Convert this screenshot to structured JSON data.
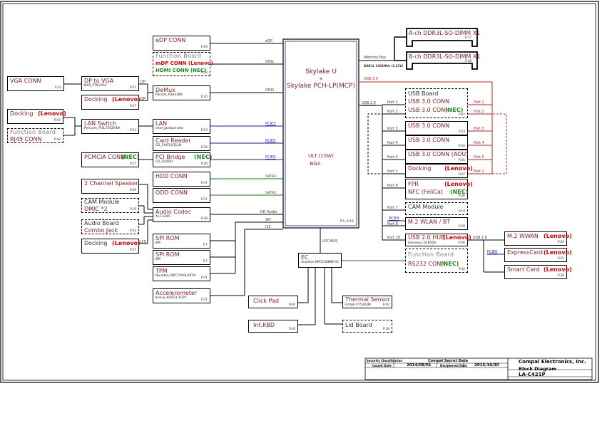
{
  "cpu": {
    "line1": "Skylake U",
    "line2": "+",
    "line3": "Skylake  PCH-LP(MCP)",
    "line4": "ULT (15W)",
    "line5": "BGA",
    "page": "P.5~P.16"
  },
  "memory": {
    "bus_label": "Memory Bus",
    "bus_sub": "DDR3L 1600MHz (1.35V)",
    "dimm_a": {
      "title": "A-ch DDR3L-SO-DIMM X1",
      "page": "P.17"
    },
    "dimm_b": {
      "title": "B-ch DDR3L-SO-DIMM X1",
      "page": "P.18"
    }
  },
  "signals": {
    "edp": "eDP",
    "ddi1": "DDI1",
    "ddi2": "DDI2",
    "pcie3": "PCIE3",
    "pcie5": "PCIE5",
    "pcie9": "PCIE9",
    "sata0": "SATA0",
    "sata1": "SATA1",
    "hd_audio": "HD Audio",
    "spi": "SPI",
    "i2c": "I2C",
    "lpc_bus": "LPC BUS",
    "usb30": "USB 3.0",
    "usb20": "USB 2.0",
    "usb20_hub": "USB 2.0",
    "pcie4": "PCIE4",
    "pcie6": "PCIE6",
    "dp1": "DP",
    "dp2": "DP",
    "i2s": "I2S"
  },
  "left_blocks": {
    "vga_conn": {
      "title": "VGA CONN",
      "page": "P.22"
    },
    "docking1": {
      "title": "Docking",
      "tag": "(Lenovo)",
      "page": "P.47"
    },
    "func_rj45": {
      "title": "Function Board",
      "line2": "RJ45 CONN",
      "page": "P.42"
    },
    "dp_to_vga": {
      "title": "DP to VGA",
      "sub": "NXP_PTN3355",
      "page": "P.21"
    },
    "docking2": {
      "title": "Docking",
      "tag": "(Lenovo)",
      "page": "P.47"
    },
    "lan_switch": {
      "title": "LAN Switch",
      "sub": "Pericom_PI3L720ZHEX",
      "page": "P.23"
    },
    "pcmcia": {
      "title": "PCMCIA CONN",
      "tag": "(NEC)",
      "page": "P.27"
    },
    "speaker": {
      "title": "2 Channel Speaker",
      "page": "P.39"
    },
    "cam_dmic": {
      "title": "CAM Module",
      "line2": "DMIC *2",
      "page": "P.19"
    },
    "audio_board": {
      "title": "Audio Board",
      "line2": "Combo Jack",
      "page": "P.43"
    },
    "docking3": {
      "title": "Docking",
      "tag": "(Lenovo)",
      "page": "P.47"
    }
  },
  "mid_blocks": {
    "edp_conn": {
      "title": "eDP  CONN",
      "page": "P.19"
    },
    "func_mdp": {
      "title": "Function Board",
      "line2": "mDP CONN (Lenovo)",
      "line3": "HDMI CONN (NEC)",
      "page": "P.42"
    },
    "demux": {
      "title": "DeMux",
      "sub": "Parade_PS8338B",
      "page": "P.20"
    },
    "lan": {
      "title": "LAN",
      "sub": "Intel_Jacksonville",
      "page": "P.23"
    },
    "card_reader": {
      "title": "Card Reader",
      "sub": "O2_SH611FJ1LN",
      "page": "P.24"
    },
    "pci_bridge": {
      "title": "PCI Bridge",
      "tag": "(NEC)",
      "sub": "O2_OZ600",
      "page": "P.26"
    },
    "hdd_conn": {
      "title": "HDD CONN",
      "page": "P.37"
    },
    "odd_conn": {
      "title": "ODD CONN",
      "page": "P.37"
    },
    "audio_codec": {
      "title": "Audio Codec",
      "sub": "ALC3245",
      "page": "P.38"
    },
    "spi_rom1": {
      "title": "SPI ROM",
      "sub": "8M",
      "page": "P.7"
    },
    "spi_rom2": {
      "title": "SPI ROM",
      "sub": "8M",
      "page": "P.7"
    },
    "tpm": {
      "title": "TPM",
      "sub": "Nuvoton_NPCT650LA0YX",
      "page": "P.41"
    },
    "accel": {
      "title": "Accelerometer",
      "sub": "Kionix_KX023-1025",
      "page": "P.37"
    }
  },
  "ec_blocks": {
    "ec": {
      "title": "EC",
      "sub": "nuvoton NPCE388N",
      "page": "P.45"
    },
    "click_pad": {
      "title": "Click Pad",
      "page": "P.40"
    },
    "int_kbd": {
      "title": "Int.KBD",
      "page": "P.40"
    },
    "thermal": {
      "title": "Thermal Sensor",
      "sub": "Fintek F75303M",
      "page": "P.40"
    },
    "lid_board": {
      "title": "Lid Board",
      "page": "P.18"
    }
  },
  "usb_blocks": {
    "usb_board": {
      "title": "USB Board",
      "line2": "USB 3.0 CONN",
      "line3": "USB 3.0 CONN",
      "tag": "(NEC)",
      "page": "P.42"
    },
    "usb3_p3": {
      "title": "USB 3.0 CONN",
      "page": "P.33"
    },
    "usb3_p4": {
      "title": "USB 3.0 CONN",
      "page": "P.34"
    },
    "usb3_aou": {
      "title": "USB 3.0 CONN (AOU)",
      "page": "P.35"
    },
    "docking_usb": {
      "title": "Docking",
      "tag": "(Lenovo)",
      "page": "P.47"
    },
    "fpr_nfc": {
      "title": "FPR",
      "tag1": "(Lenovo)",
      "line2": "NFC (FeliCa)",
      "tag2": "(NEC)",
      "page": "P.36"
    },
    "cam_module": {
      "title": "CAM Module",
      "page": "P.19"
    },
    "wlan": {
      "title": "M.2 WLAN / BT",
      "page": "P.28"
    },
    "usb_hub": {
      "title": "USB 2.0 HUB",
      "tag": "(Lenovo)",
      "sub": "Genesys_GL850G",
      "page": "P.36"
    },
    "func_rs232": {
      "title": "Function Board",
      "line2": "RS232 CONN",
      "tag": "(NEC)",
      "page": "P.42"
    },
    "wwan": {
      "title": "M.2 WWAN",
      "tag": "(Lenovo)",
      "page": "P.29"
    },
    "expresscard": {
      "title": "ExpressCard",
      "tag": "(Lenovo)",
      "page": "P.25"
    },
    "smartcard": {
      "title": "Smart Card",
      "tag": "(Lenovo)",
      "page": "P.36"
    }
  },
  "ports_left": [
    "Port 1",
    "Port 2",
    "Port 3",
    "Port 4",
    "Port 5",
    "Port 2",
    "Port 6",
    "Port 7",
    "Port 8",
    "Port 10"
  ],
  "ports_right": [
    "Port 1",
    "Port 2",
    "Port 3",
    "Port 4",
    "Port 5",
    "Port 2"
  ],
  "title_block": {
    "security_label": "Security Classification",
    "security_value": "Compal Secret Data",
    "issued_label": "Issued Date",
    "issued_value": "2014/08/01",
    "deciphered_label": "Deciphered Date",
    "deciphered_value": "2015/10/30",
    "company": "Compal Electronics, Inc.",
    "title": "Block  Diagram",
    "doc_number": "LA-C421P"
  }
}
